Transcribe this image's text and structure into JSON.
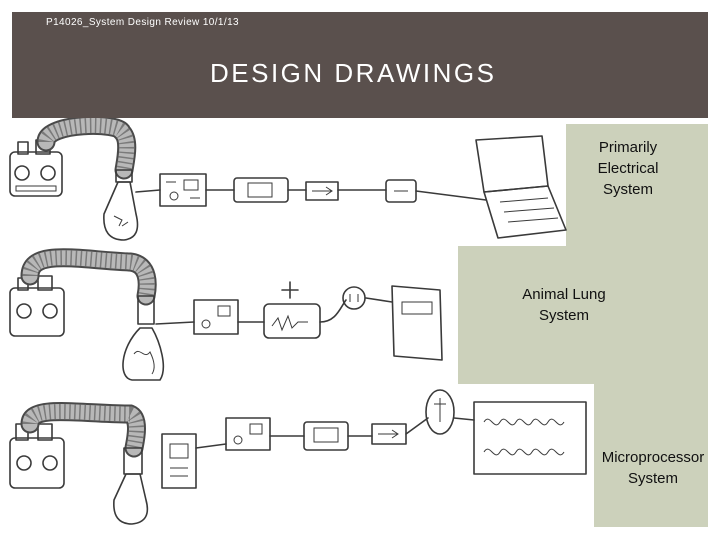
{
  "header": {
    "subtitle": "P14026_System Design Review 10/1/13",
    "title": "DESIGN DRAWINGS"
  },
  "labels": {
    "electrical": "Primarily Electrical System",
    "lung": "Animal Lung System",
    "microprocessor": "Microprocessor System"
  },
  "colors": {
    "header_bg": "#5a504d",
    "panel": "#ccd1bb",
    "sketch_ink": "#3a3a3a"
  },
  "icons": [
    "ventilator-icon",
    "hose-icon",
    "bottle-icon",
    "circuit-board-icon",
    "meter-icon",
    "laptop-icon",
    "monitor-icon",
    "lung-icon",
    "book-icon",
    "waveform-icon"
  ]
}
